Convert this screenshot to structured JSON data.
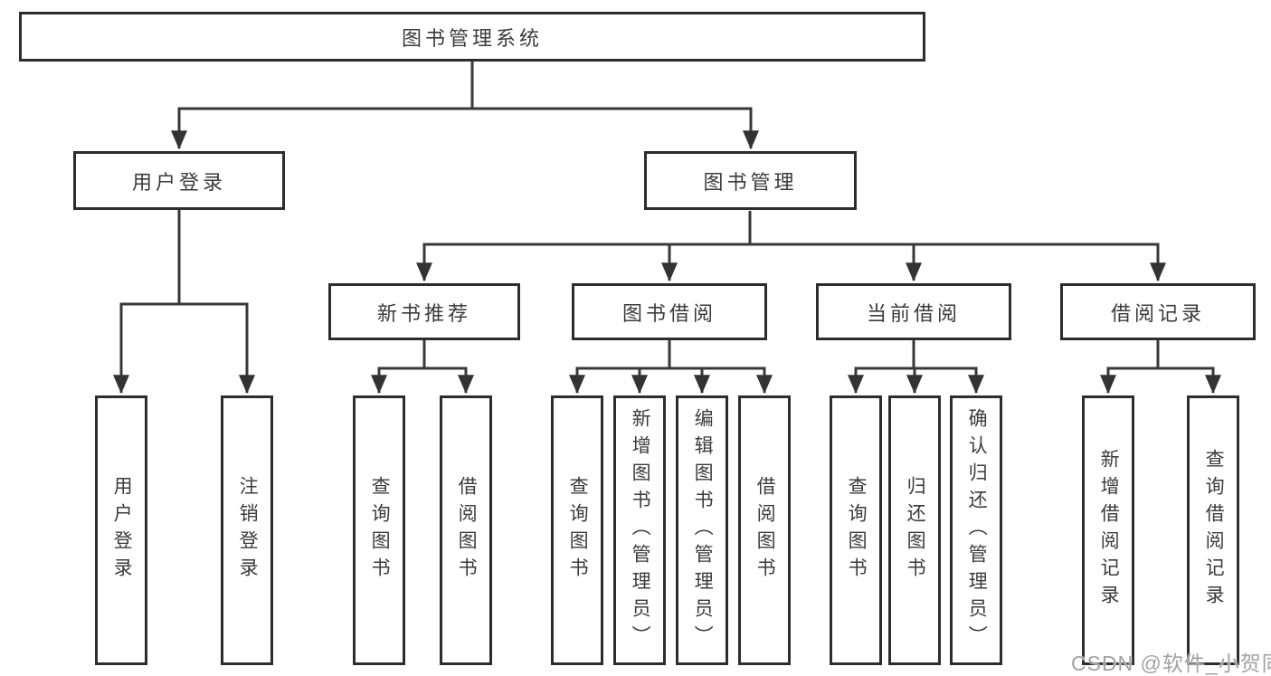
{
  "diagram_title": "图书管理系统",
  "tree": {
    "root": {
      "label": "图书管理系统"
    },
    "level2": [
      {
        "label": "用户登录",
        "parent": "图书管理系统"
      },
      {
        "label": "图书管理",
        "parent": "图书管理系统"
      }
    ],
    "level3": [
      {
        "label": "新书推荐",
        "parent": "图书管理"
      },
      {
        "label": "图书借阅",
        "parent": "图书管理"
      },
      {
        "label": "当前借阅",
        "parent": "图书管理"
      },
      {
        "label": "借阅记录",
        "parent": "图书管理"
      }
    ],
    "leaves": [
      {
        "label": "用户登录",
        "parent": "用户登录"
      },
      {
        "label": "注销登录",
        "parent": "用户登录"
      },
      {
        "label": "查询图书",
        "parent": "新书推荐"
      },
      {
        "label": "借阅图书",
        "parent": "新书推荐"
      },
      {
        "label": "查询图书",
        "parent": "图书借阅"
      },
      {
        "label": "新增图书（管理员）",
        "parent": "图书借阅"
      },
      {
        "label": "编辑图书（管理员）",
        "parent": "图书借阅"
      },
      {
        "label": "借阅图书",
        "parent": "图书借阅"
      },
      {
        "label": "查询图书",
        "parent": "当前借阅"
      },
      {
        "label": "归还图书",
        "parent": "当前借阅"
      },
      {
        "label": "确认归还（管理员）",
        "parent": "当前借阅"
      },
      {
        "label": "新增借阅记录",
        "parent": "借阅记录"
      },
      {
        "label": "查询借阅记录",
        "parent": "借阅记录"
      }
    ]
  },
  "watermark": {
    "text": "CSDN @软件_小贺同学"
  },
  "colors": {
    "background": "#ffffff",
    "box_border": "#2d2d2d",
    "connector_line": "#383838",
    "text": "#3b3b3b",
    "watermark_text": "#a2a2a6"
  }
}
